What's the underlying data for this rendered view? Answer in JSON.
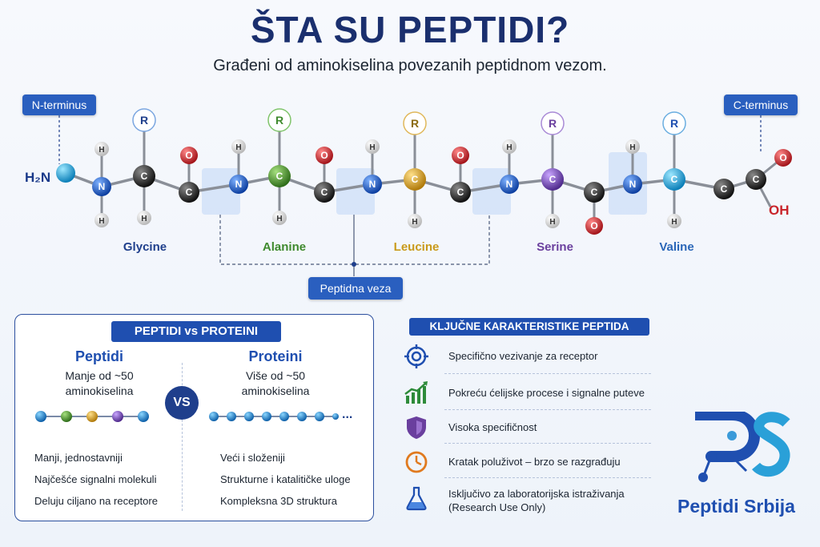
{
  "title": "ŠTA SU PEPTIDI?",
  "subtitle": "Građeni od aminokiselina povezanih peptidnom vezom.",
  "n_terminus": "N-terminus",
  "c_terminus": "C-terminus",
  "h2n_label": "H₂N",
  "oh_label": "OH",
  "peptide_bond_label": "Peptidna veza",
  "atom_labels": {
    "r": "R",
    "h": "H",
    "n": "N",
    "c": "C",
    "o": "O"
  },
  "amino_acids": [
    {
      "name": "Glycine",
      "color": "#1f3f8c"
    },
    {
      "name": "Alanine",
      "color": "#3f8a2e"
    },
    {
      "name": "Leucine",
      "color": "#c99a1a"
    },
    {
      "name": "Serine",
      "color": "#6a3f9e"
    },
    {
      "name": "Valine",
      "color": "#2a66b8"
    }
  ],
  "compare": {
    "header": "PEPTIDI vs PROTEINI",
    "vs": "VS",
    "peptides": {
      "title": "Peptidi",
      "desc_line1": "Manje od ~50",
      "desc_line2": "aminokiselina",
      "items": [
        "Manji, jednostavniji",
        "Najčešće signalni molekuli",
        "Deluju ciljano na receptore"
      ]
    },
    "proteins": {
      "title": "Proteini",
      "desc_line1": "Više od ~50",
      "desc_line2": "aminokiselina",
      "items": [
        "Veći i složeniji",
        "Strukturne i katalitičke uloge",
        "Kompleksna 3D struktura"
      ]
    },
    "proteins_ellipsis": "..."
  },
  "characteristics": {
    "header": "KLJUČNE KARAKTERISTIKE PEPTIDA",
    "items": [
      {
        "icon": "target-icon",
        "text": "Specifično vezivanje za receptor"
      },
      {
        "icon": "growth-chart-icon",
        "text": "Pokreću ćelijske procese i signalne puteve"
      },
      {
        "icon": "shield-icon",
        "text": "Visoka specifičnost"
      },
      {
        "icon": "clock-icon",
        "text": "Kratak poluživot – brzo se razgrađuju"
      },
      {
        "icon": "flask-icon",
        "text": "Isključivo za laboratorijska istraživanja",
        "text2": "(Research Use Only)"
      }
    ]
  },
  "logo": {
    "name": "Peptidi Srbija",
    "monogram": "PS"
  },
  "colors": {
    "nitrogen": "#1f5fc2",
    "carbon": "#2a2a2a",
    "oxygen": "#c9252b",
    "hydrogen": "#e8e8e8",
    "accent": "#1f4fb0"
  }
}
